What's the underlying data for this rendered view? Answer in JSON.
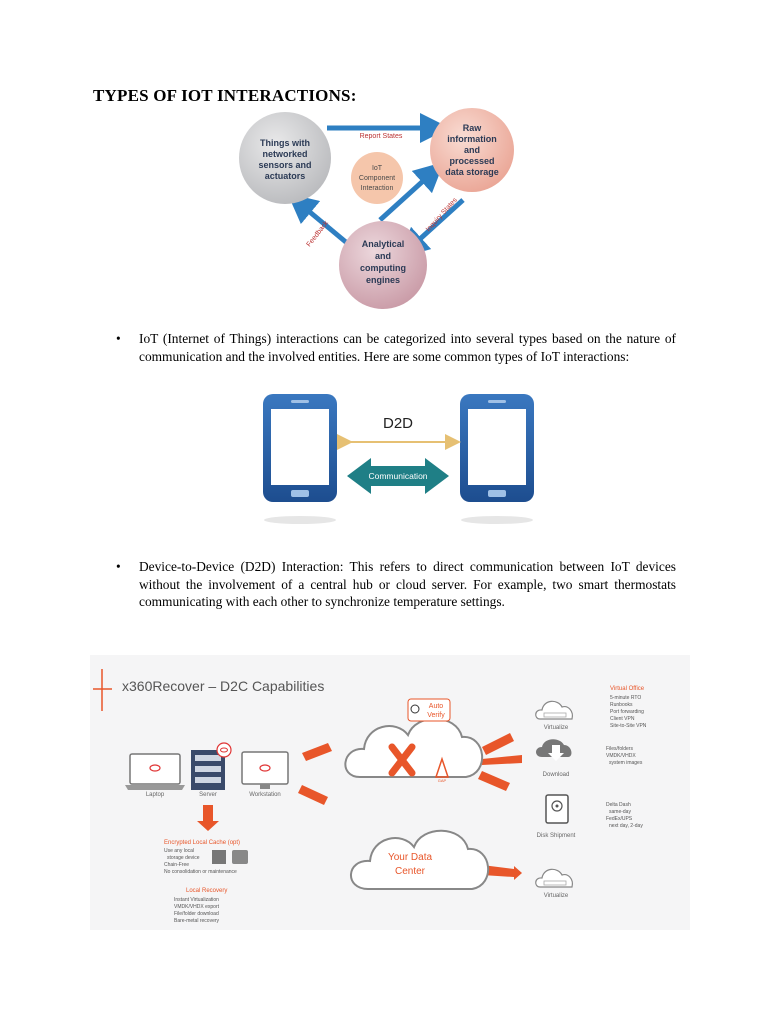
{
  "heading": "TYPES OF IOT INTERACTIONS:",
  "iot_diagram": {
    "things": [
      "Things with",
      "networked",
      "sensors and",
      "actuators"
    ],
    "raw": [
      "Raw",
      "information",
      "and",
      "processed",
      "data storage"
    ],
    "analytical": [
      "Analytical",
      "and",
      "computing",
      "engines"
    ],
    "center": [
      "IoT",
      "Component",
      "Interaction"
    ],
    "arrow_top": "Report States",
    "arrow_left": "Feedback",
    "arrow_right": "Inquiry States"
  },
  "bullet1": "IoT (Internet of Things) interactions can be categorized into several types based on the nature of communication and the involved entities. Here are some common types of IoT interactions:",
  "d2d_diagram": {
    "label": "D2D",
    "arrow_label": "Communication"
  },
  "bullet2": "Device-to-Device (D2D) Interaction: This refers to direct communication between IoT devices without the involvement of a central hub or cloud server. For example, two smart thermostats communicating with each other to synchronize temperature settings.",
  "x360": {
    "title": "x360Recover – D2C Capabilities",
    "auto_verify": [
      "Auto",
      "Verify"
    ],
    "devices": [
      "Laptop",
      "Server",
      "Workstation"
    ],
    "right_items": [
      "Virtualize",
      "Download",
      "Disk Shipment"
    ],
    "virtual_office_title": "Virtual Office",
    "virtual_office_items": [
      "5-minute RTO",
      "Runbooks",
      "Port forwarding",
      "Client VPN",
      "Site-to-Site VPN"
    ],
    "download_items": [
      "Files/folders",
      "VMDK/VHDX",
      "system images"
    ],
    "disk_items": [
      "Delta Dash",
      "same-day",
      "FedEx/UPS",
      "next day, 2-day"
    ],
    "cache_title": "Encrypted Local Cache (opt)",
    "cache_items": [
      "Use any local",
      "storage device",
      "Chain-Free",
      "No consolidation or maintenance"
    ],
    "local_title": "Local Recovery",
    "local_items": [
      "Instant Virtualization",
      "VMDK/VHDX export",
      "File/folder download",
      "Bare-metal recovery"
    ],
    "datacenter": [
      "Your Data",
      "Center"
    ],
    "bottom_item": "Virtualize",
    "logo_sub": "GAP",
    "colors": {
      "accent": "#e8562a",
      "teal": "#1f7f86",
      "blue": "#2a62a8"
    }
  }
}
